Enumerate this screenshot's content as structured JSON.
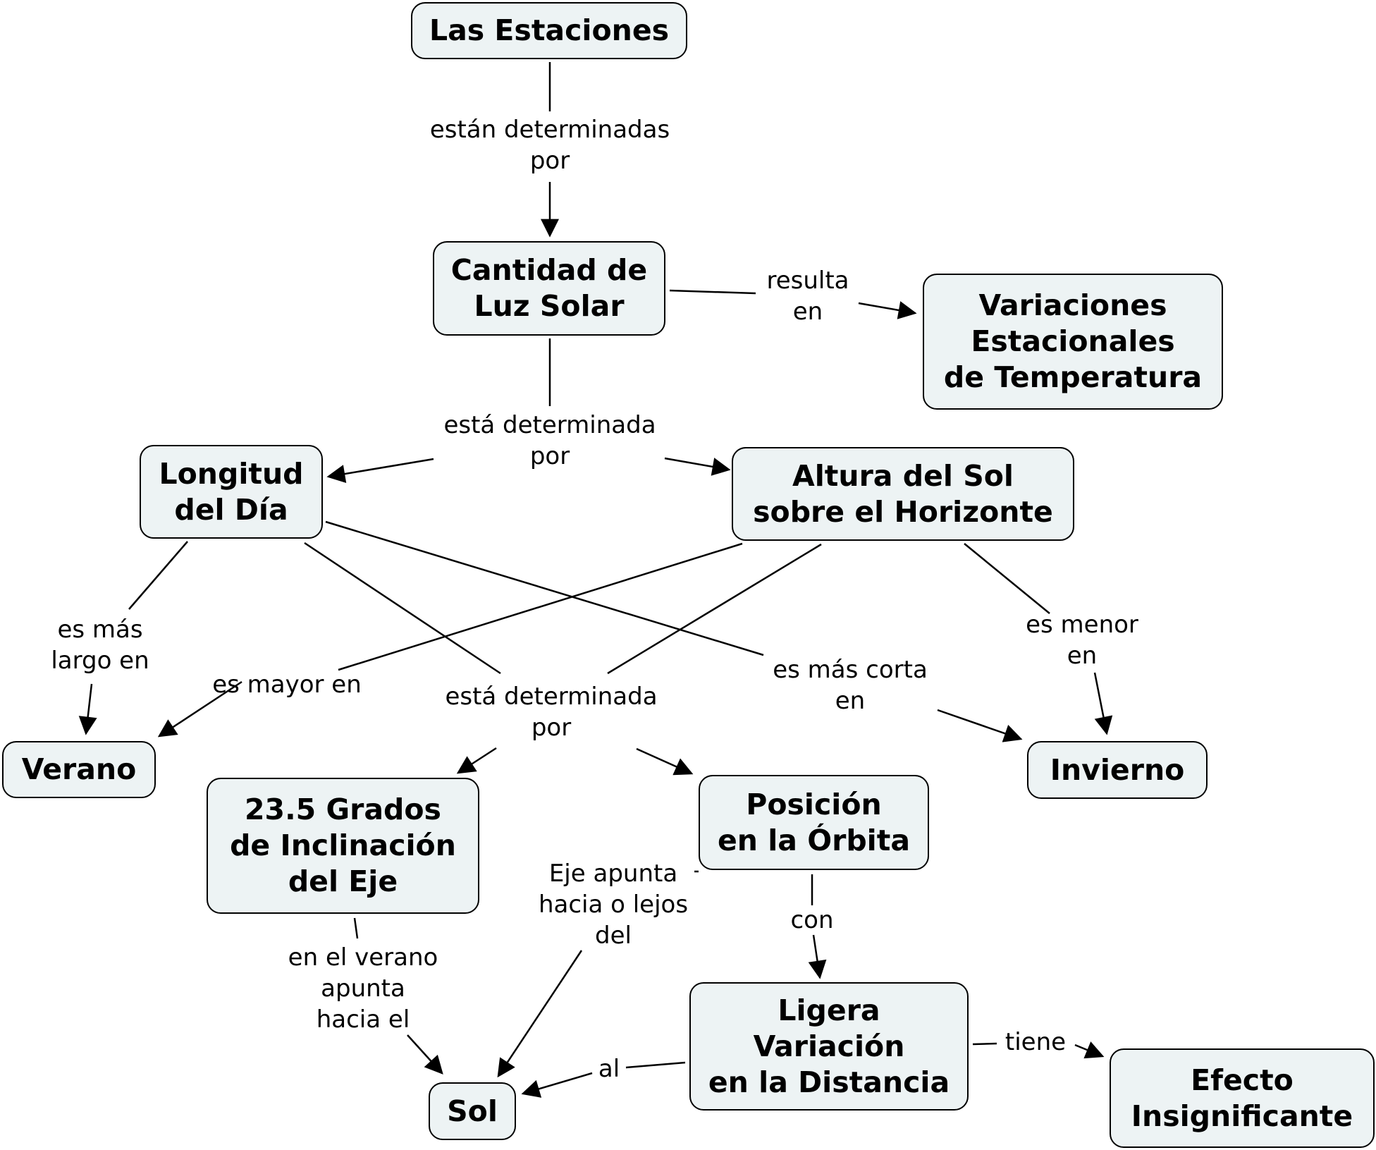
{
  "concepts": {
    "las_estaciones": "Las Estaciones",
    "cantidad_luz_solar": "Cantidad de\nLuz Solar",
    "variaciones_estacionales": "Variaciones\nEstacionales\nde Temperatura",
    "longitud_dia": "Longitud\ndel Día",
    "altura_sol": "Altura del Sol\nsobre el Horizonte",
    "verano": "Verano",
    "invierno": "Invierno",
    "grados_inclinacion": "23.5 Grados\nde Inclinación\ndel Eje",
    "posicion_orbita": "Posición\nen la Órbita",
    "ligera_variacion": "Ligera\nVariación\nen la Distancia",
    "efecto_insignificante": "Efecto\nInsignificante",
    "sol": "Sol"
  },
  "links": {
    "estan_determinadas_por": "están determinadas\npor",
    "resulta_en": "resulta\nen",
    "esta_determinada_por_1": "está determinada\npor",
    "es_mas_largo_en": "es más\nlargo en",
    "es_mayor_en": "es mayor en",
    "esta_determinada_por_2": "está determinada\npor",
    "es_mas_corta_en": "es más corta\nen",
    "es_menor_en": "es menor\nen",
    "eje_apunta": "Eje apunta\nhacia o lejos\ndel",
    "con": "con",
    "en_el_verano": "en el verano\napunta\nhacia el",
    "al": "al",
    "tiene": "tiene"
  }
}
